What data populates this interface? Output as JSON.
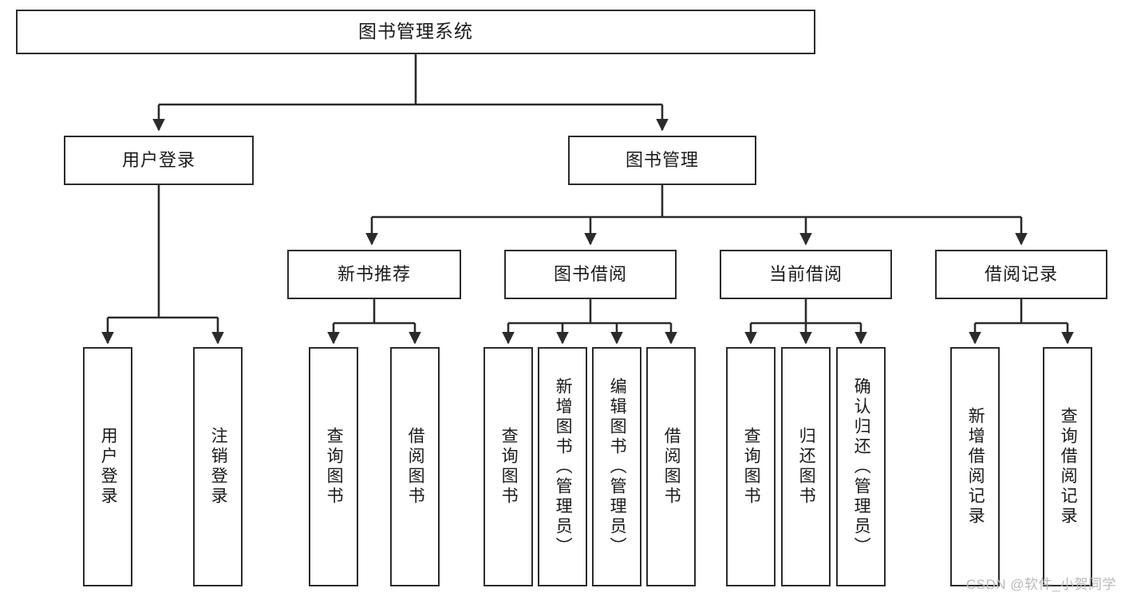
{
  "diagram": {
    "title": "图书管理系统",
    "type": "hierarchy-tree",
    "style": {
      "box_border_color": "#2b2b2b",
      "box_fill_color": "#ffffff",
      "line_color": "#2b2b2b",
      "text_color": "#1a1a1a",
      "watermark_color": "#b9b9b9"
    },
    "levels": [
      {
        "level": 1,
        "nodes": [
          {
            "id": "root",
            "label": "图书管理系统",
            "orientation": "horizontal"
          }
        ]
      },
      {
        "level": 2,
        "nodes": [
          {
            "id": "login",
            "label": "用户登录",
            "orientation": "horizontal"
          },
          {
            "id": "bookmgmt",
            "label": "图书管理",
            "orientation": "horizontal"
          }
        ]
      },
      {
        "level": 3,
        "nodes": [
          {
            "id": "newbook",
            "label": "新书推荐",
            "orientation": "horizontal"
          },
          {
            "id": "borrow",
            "label": "图书借阅",
            "orientation": "horizontal"
          },
          {
            "id": "current",
            "label": "当前借阅",
            "orientation": "horizontal"
          },
          {
            "id": "records",
            "label": "借阅记录",
            "orientation": "horizontal"
          }
        ]
      },
      {
        "level": 4,
        "nodes": [
          {
            "id": "leaf1",
            "label": "用户登录",
            "orientation": "vertical",
            "parent": "login"
          },
          {
            "id": "leaf2",
            "label": "注销登录",
            "orientation": "vertical",
            "parent": "login"
          },
          {
            "id": "leaf3",
            "label": "查询图书",
            "orientation": "vertical",
            "parent": "newbook"
          },
          {
            "id": "leaf4",
            "label": "借阅图书",
            "orientation": "vertical",
            "parent": "newbook"
          },
          {
            "id": "leaf5",
            "label": "查询图书",
            "orientation": "vertical",
            "parent": "borrow"
          },
          {
            "id": "leaf6",
            "label": "新增图书（管理员）",
            "orientation": "vertical",
            "parent": "borrow"
          },
          {
            "id": "leaf7",
            "label": "编辑图书（管理员）",
            "orientation": "vertical",
            "parent": "borrow"
          },
          {
            "id": "leaf8",
            "label": "借阅图书",
            "orientation": "vertical",
            "parent": "borrow"
          },
          {
            "id": "leaf9",
            "label": "查询图书",
            "orientation": "vertical",
            "parent": "current"
          },
          {
            "id": "leaf10",
            "label": "归还图书",
            "orientation": "vertical",
            "parent": "current"
          },
          {
            "id": "leaf11",
            "label": "确认归还（管理员）",
            "orientation": "vertical",
            "parent": "current"
          },
          {
            "id": "leaf12",
            "label": "新增借阅记录",
            "orientation": "vertical",
            "parent": "records"
          },
          {
            "id": "leaf13",
            "label": "查询借阅记录",
            "orientation": "vertical",
            "parent": "records"
          }
        ]
      }
    ]
  },
  "watermark": {
    "text": "CSDN @软件_小贺同学"
  }
}
